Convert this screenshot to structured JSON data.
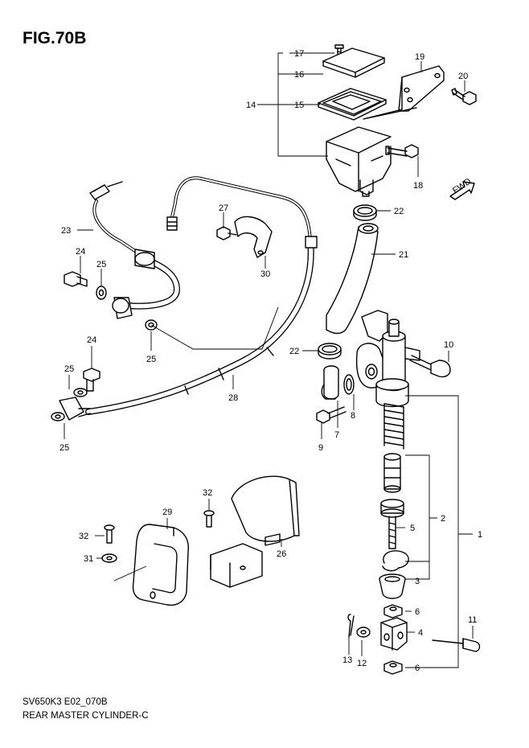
{
  "figure": {
    "title": "FIG.70B",
    "model_code": "SV650K3 E02_070B",
    "caption": "REAR MASTER CYLINDER-C",
    "fwd_label": "FWD"
  },
  "callouts": {
    "p1": "1",
    "p2": "2",
    "p3": "3",
    "p4": "4",
    "p5": "5",
    "p6a": "6",
    "p6b": "6",
    "p7": "7",
    "p8": "8",
    "p9": "9",
    "p10": "10",
    "p11": "11",
    "p12": "12",
    "p13": "13",
    "p14": "14",
    "p15": "15",
    "p16": "16",
    "p17": "17",
    "p18": "18",
    "p19": "19",
    "p20": "20",
    "p21": "21",
    "p22a": "22",
    "p22b": "22",
    "p23": "23",
    "p24a": "24",
    "p24b": "24",
    "p25a": "25",
    "p25b": "25",
    "p25c": "25",
    "p25d": "25",
    "p26": "26",
    "p27": "27",
    "p28": "28",
    "p29": "29",
    "p30": "30",
    "p31": "31",
    "p32a": "32",
    "p32b": "32"
  },
  "icons": {
    "fwd_arrow": "fwd-arrow-icon"
  }
}
